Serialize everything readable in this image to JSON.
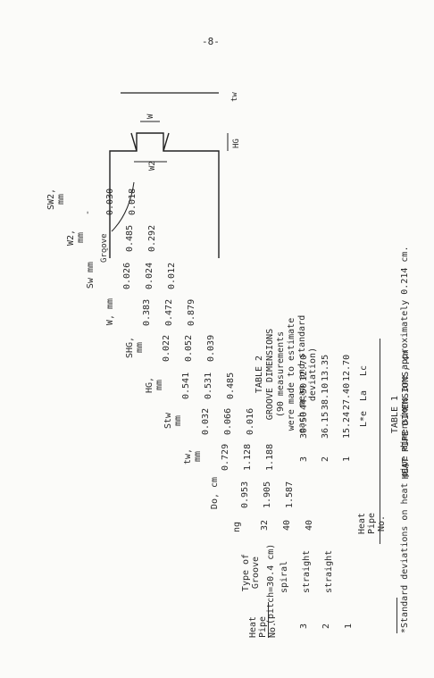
{
  "page_number": "-8-",
  "table1": {
    "title": "TABLE 1",
    "subtitle": "HEAT PIPE DIMENSIONS, cm",
    "headers": [
      "Heat Pipe No.",
      "L*e",
      "La",
      "Lc"
    ],
    "rows": [
      [
        "1",
        "15.24",
        "27.40",
        "12.70"
      ],
      [
        "2",
        "36.15",
        "38.10",
        "13.35"
      ],
      [
        "3",
        "30.50",
        "44.50",
        "12.70"
      ]
    ]
  },
  "table2": {
    "title": "TABLE 2",
    "subtitle": "GROOVE DIMENSIONS",
    "note_lines": [
      "(90 measurements",
      "were made to estimate",
      "each mean and standard",
      "deviation)"
    ],
    "headers": [
      "Heat Pipe No.",
      "Type of Groove",
      "ng",
      "Do, cm",
      "tw, mm",
      "Stw mm",
      "HG, mm",
      "SHG, mm",
      "W, mm",
      "Sw mm",
      "W2, mm",
      "SW2, mm"
    ],
    "rows": [
      [
        "1",
        "straight",
        "40",
        "1.587",
        "1.188",
        "0.016",
        "0.485",
        "0.039",
        "0.879",
        "0.012",
        "0.292",
        "0.018"
      ],
      [
        "2",
        "straight",
        "40",
        "1.905",
        "1.128",
        "0.066",
        "0.531",
        "0.052",
        "0.472",
        "0.024",
        "0.485",
        "0.030"
      ],
      [
        "3",
        "spiral",
        "32",
        "0.953",
        "0.729",
        "0.032",
        "0.541",
        "0.022",
        "0.383",
        "0.026",
        "-",
        "-"
      ]
    ],
    "pitch_note": "(pitch=30.4 cm)"
  },
  "diagram": {
    "label_groove": "Groove",
    "label_w": "W",
    "label_w2": "W2",
    "label_hg": "HG",
    "label_tw": "tw"
  },
  "footnote": "*Standard deviations on heat pipe dimensions are approximately 0.214 cm."
}
